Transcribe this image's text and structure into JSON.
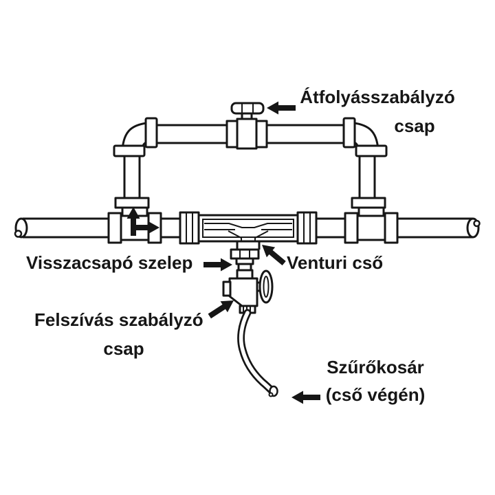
{
  "colors": {
    "ink": "#161616",
    "background": "#ffffff"
  },
  "labels": {
    "flow_control_line1": "Átfolyásszabályzó",
    "flow_control_line2": "csap",
    "check_valve": "Visszacsapó szelep",
    "venturi": "Venturi cső",
    "suction_line1": "Felszívás szabályzó",
    "suction_line2": "csap",
    "strainer_line1": "Szűrőkosár",
    "strainer_line2": "(cső végén)"
  }
}
